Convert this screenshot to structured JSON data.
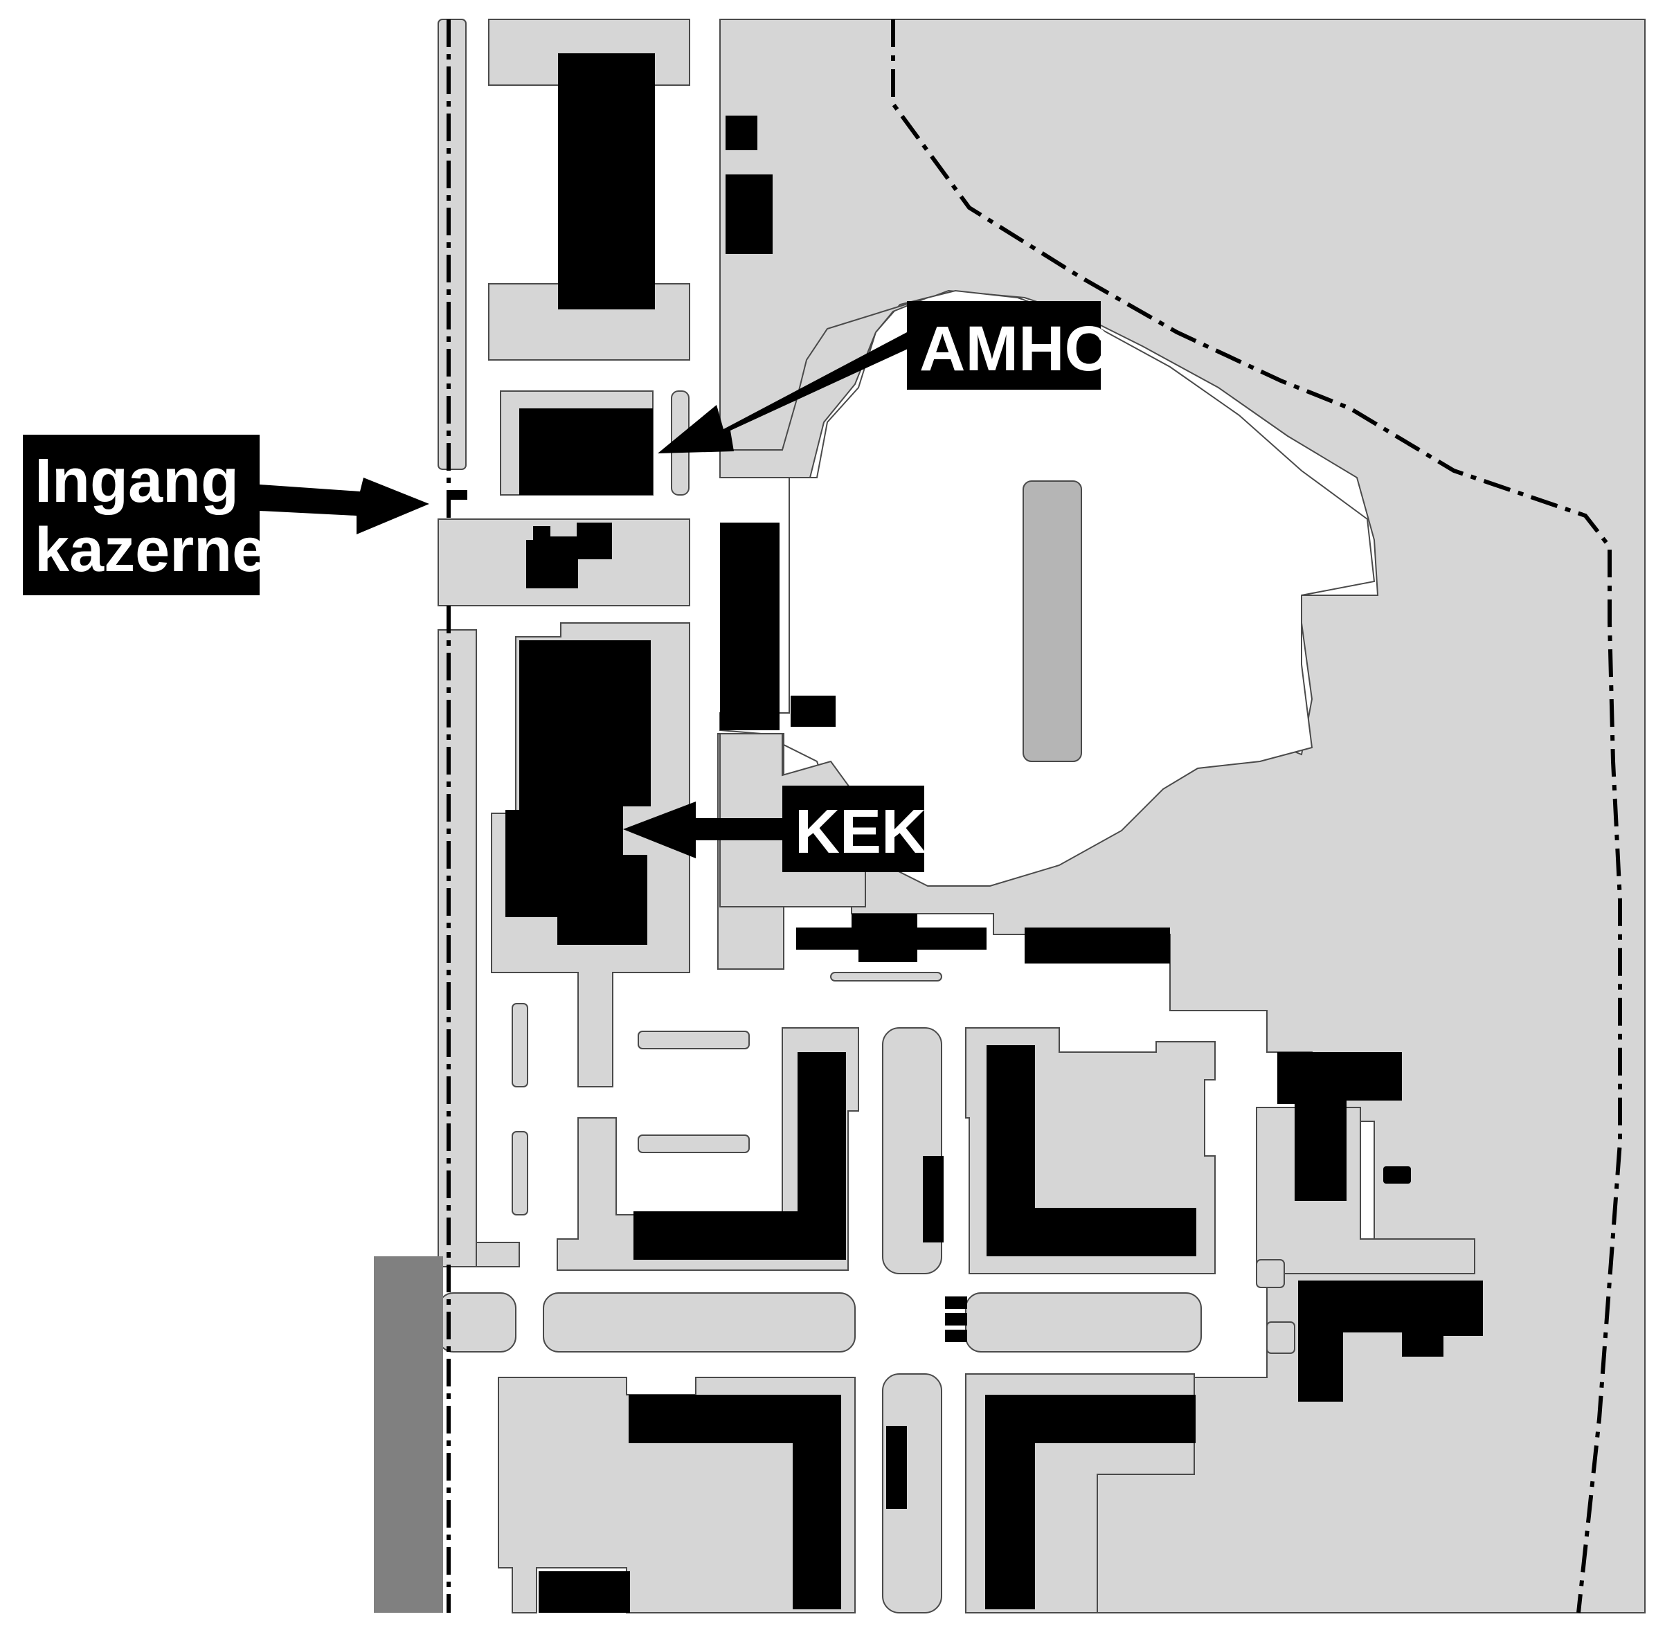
{
  "labels": {
    "entrance_line1": "Ingang",
    "entrance_line2": "kazerne",
    "amhc": "AMHC",
    "kek": "KEK"
  },
  "colors": {
    "background": "#ffffff",
    "terrain": "#d6d6d6",
    "building": "#000000",
    "road_edge": "#4a4a4a",
    "parking": "#b5b5b5",
    "dark_strip": "#808080",
    "label_bg": "#000000",
    "label_text": "#ffffff"
  },
  "legend_symbols": {
    "boundary_line": "dash-dot",
    "arrow": "arrow-icon"
  }
}
